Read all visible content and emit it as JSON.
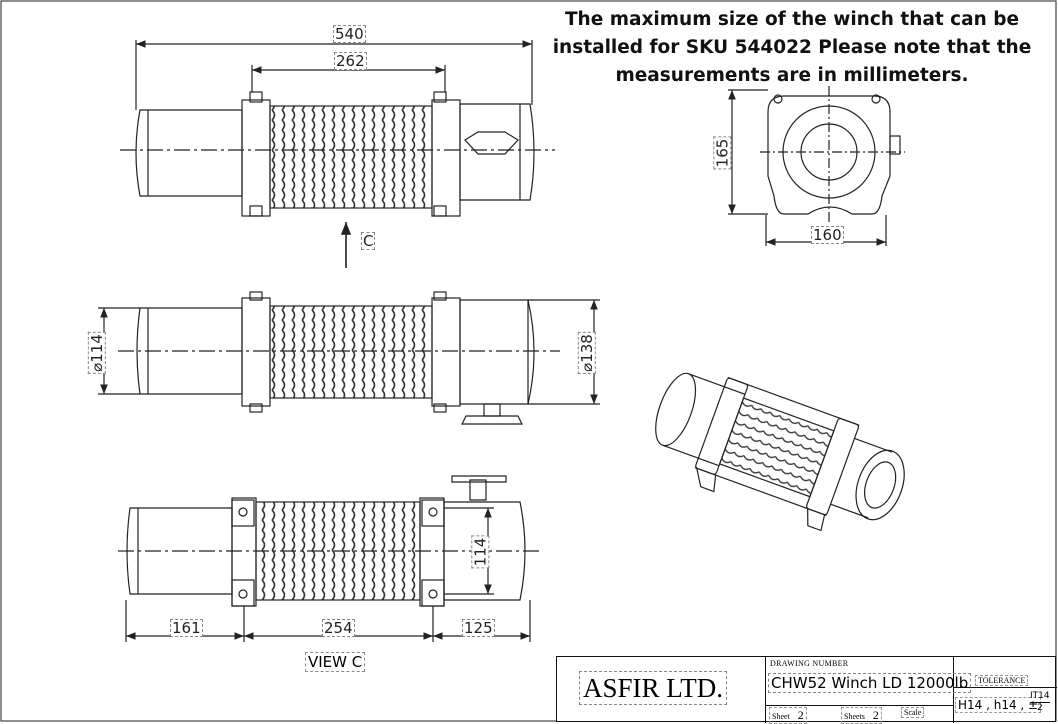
{
  "note": {
    "line1": "The maximum size of the winch that can be",
    "line2": "installed for SKU 544022 Please note that the",
    "line3": "measurements are in millimeters."
  },
  "dimensions": {
    "top_overall": "540",
    "top_drum": "262",
    "view_arrow": "C",
    "front_height": "165",
    "front_width": "160",
    "side_left_dia": "⌀114",
    "side_right_dia": "⌀138",
    "bottom_height": "114",
    "bottom_left": "161",
    "bottom_middle": "254",
    "bottom_right": "125"
  },
  "view_label": "VIEW C",
  "title_block": {
    "company": "ASFIR LTD.",
    "drawing_number_header": "DRAWING NUMBER",
    "drawing_number": "CHW52 Winch LD 12000lb",
    "sheet_label": "Sheet",
    "sheet_value": "2",
    "sheets_label": "Sheets",
    "sheets_value": "2",
    "scale_label": "Scale",
    "tolerance_header": "TOLERANCE",
    "tolerance_value": "H14 , h14 , ±",
    "tolerance_frac_top": "IT14",
    "tolerance_frac_bottom": "2"
  },
  "colors": {
    "line": "#222222",
    "paper": "#ffffff"
  }
}
